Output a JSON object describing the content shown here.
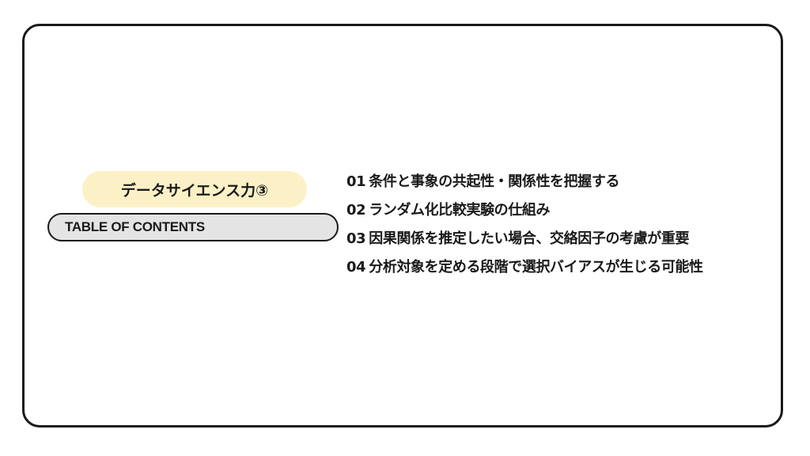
{
  "slide": {
    "title": "データサイエンス力③",
    "section_label": "TABLE OF CONTENTS",
    "contents": [
      {
        "number": "01",
        "text": "条件と事象の共起性・関係性を把握する"
      },
      {
        "number": "02",
        "text": "ランダム化比較実験の仕組み"
      },
      {
        "number": "03",
        "text": "因果関係を推定したい場合、交絡因子の考慮が重要"
      },
      {
        "number": "04",
        "text": "分析対象を定める段階で選択バイアスが生じる可能性"
      }
    ]
  },
  "colors": {
    "title_pill": "#fcf1c6",
    "toc_label_fill": "#e4e4e4",
    "border": "#1a1a1a"
  }
}
